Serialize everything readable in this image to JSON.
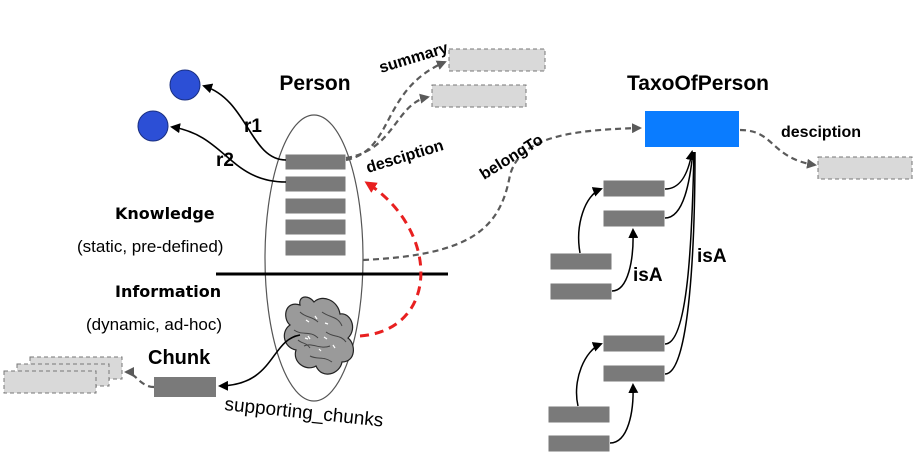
{
  "person": {
    "title": "Person"
  },
  "taxo": {
    "title": "TaxoOfPerson"
  },
  "relations": {
    "r1": "r1",
    "r2": "r2",
    "summary": "summary",
    "desciption_person": "desciption",
    "desciption_taxo": "desciption",
    "belongTo": "belongTo",
    "isA_1": "isA",
    "isA_2": "isA"
  },
  "layers": {
    "knowledge_title": "Knowledge",
    "knowledge_sub": "(static, pre-defined)",
    "information_title": "Information",
    "information_sub": "(dynamic, ad-hoc)"
  },
  "chunk": {
    "title": "Chunk",
    "relation": "supporting_chunks"
  },
  "colors": {
    "node_blue": "#2c4fd6",
    "taxo_blue": "#0a7cff",
    "bar_gray": "#7a7a7a",
    "light_gray": "#d9d9d9",
    "red_dash": "#e82020",
    "dash_gray": "#5a5a5a"
  }
}
